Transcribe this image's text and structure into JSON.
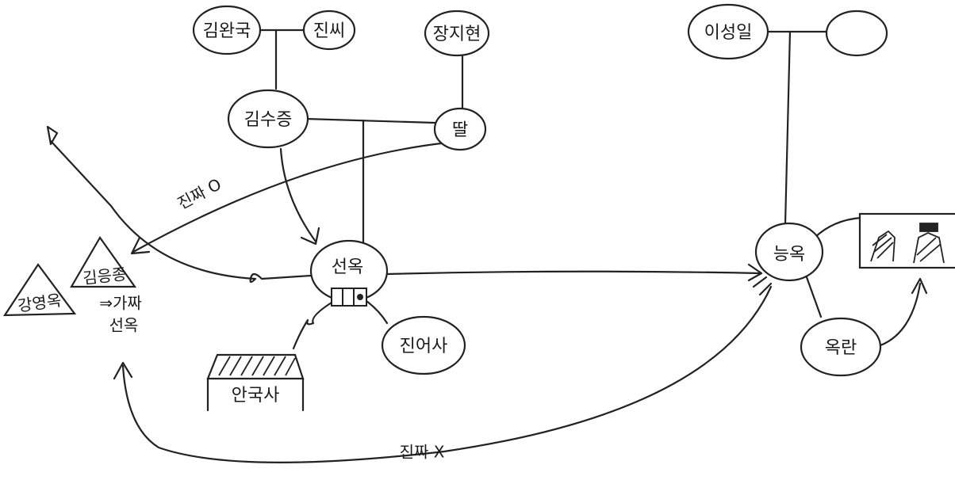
{
  "nodes": {
    "kim_wanguk": "김완국",
    "jin_ssi": "진씨",
    "jang_jihyeon": "장지현",
    "kim_sujung": "김수증",
    "ttal": "딸",
    "seonok": "선옥",
    "jin_eosa": "진어사",
    "lee_seongil": "이성일",
    "lee_spouse": "",
    "neungok": "능옥",
    "okran": "옥란"
  },
  "left_group": {
    "kang_yeongok": "강영옥",
    "kim_eungjong": "김응종",
    "fake_line1": "⇒가짜",
    "fake_line2": "선옥"
  },
  "temple": {
    "label": "안국사"
  },
  "edges": {
    "real_label": "진짜 O",
    "fake_label": "진짜 X"
  }
}
